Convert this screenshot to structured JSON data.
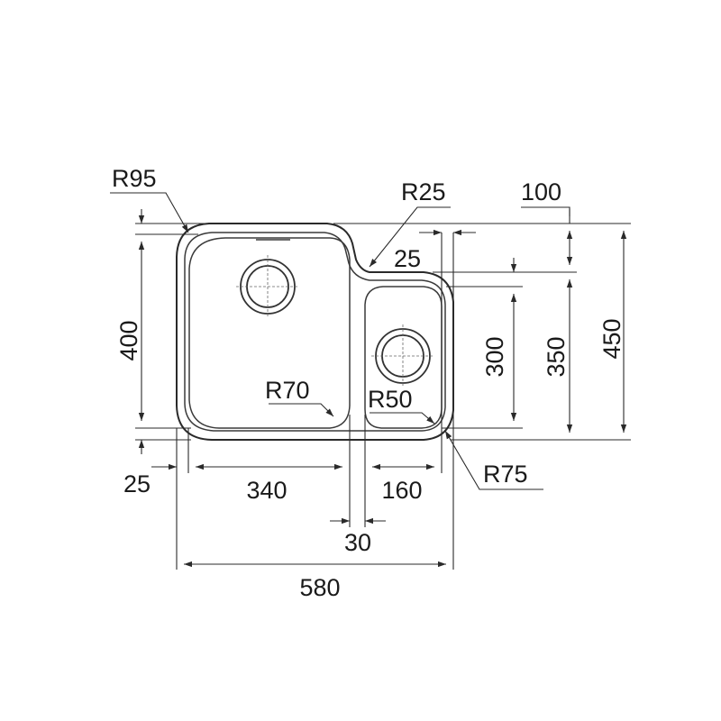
{
  "drawing": {
    "labels": {
      "r95": "R95",
      "r25": "R25",
      "d100": "100",
      "d25_top": "25",
      "d400": "400",
      "d300": "300",
      "d350": "350",
      "d450": "450",
      "r70": "R70",
      "r50": "R50",
      "r75": "R75",
      "d25_left": "25",
      "d340": "340",
      "d160": "160",
      "d30": "30",
      "d580": "580"
    }
  }
}
